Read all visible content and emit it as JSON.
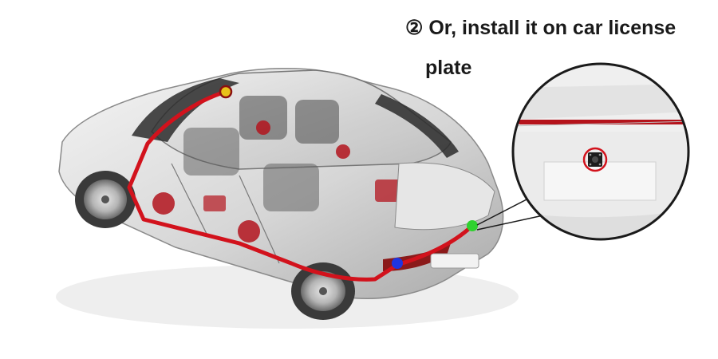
{
  "caption": {
    "line1": "② Or, install it on car license",
    "line2": "plate"
  },
  "colors": {
    "cable": "#d2121c",
    "marker_front": "#e8c21a",
    "marker_rear": "#2fd12f",
    "marker_tail": "#1f35e0",
    "background": "#ffffff",
    "car_body": "#d9d9d9"
  },
  "icons": {
    "car": "sedan-cutaway-illustration",
    "camera": "license-plate-camera-icon",
    "zoom": "magnifier-callout-circle"
  }
}
